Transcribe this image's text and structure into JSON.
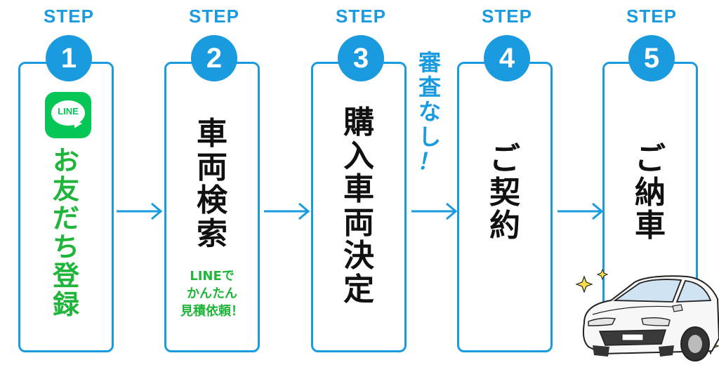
{
  "colors": {
    "accent": "#1a9be0",
    "line_green": "#06c755",
    "text_green": "#1fb53a",
    "text_dark": "#111111"
  },
  "steps": [
    {
      "label": "STEP",
      "number": "1",
      "title_chars": [
        "お",
        "友",
        "だ",
        "ち",
        "登",
        "録"
      ],
      "logo_text": "LINE",
      "logo_icon": "line-app-icon"
    },
    {
      "label": "STEP",
      "number": "2",
      "title_chars": [
        "車",
        "両",
        "検",
        "索"
      ],
      "note_lines": [
        "LINEで",
        "かんたん",
        "見積依頼！"
      ]
    },
    {
      "label": "STEP",
      "number": "3",
      "title_chars": [
        "購",
        "入",
        "車",
        "両",
        "決",
        "定"
      ]
    },
    {
      "label": "STEP",
      "number": "4",
      "title_chars": [
        "ご",
        "契",
        "約"
      ]
    },
    {
      "label": "STEP",
      "number": "5",
      "title_chars": [
        "ご",
        "納",
        "車"
      ],
      "illustration": "car-icon"
    }
  ],
  "callout_chars": [
    "審",
    "査",
    "な",
    "し",
    "！"
  ]
}
